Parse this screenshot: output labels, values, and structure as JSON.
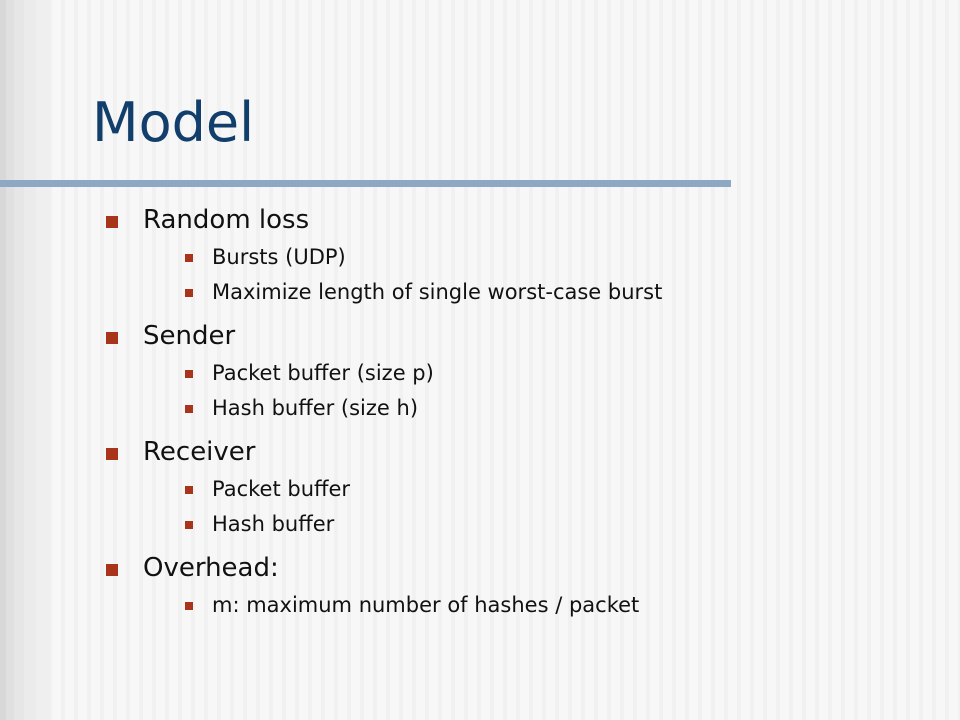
{
  "slide": {
    "title": "Model",
    "bullets": [
      {
        "text": "Random loss",
        "subs": [
          "Bursts (UDP)",
          "Maximize length of single worst-case burst"
        ]
      },
      {
        "text": "Sender",
        "subs": [
          "Packet buffer (size p)",
          "Hash buffer (size h)"
        ]
      },
      {
        "text": "Receiver",
        "subs": [
          "Packet buffer",
          "Hash buffer"
        ]
      },
      {
        "text": "Overhead:",
        "subs": [
          "m: maximum number of hashes / packet"
        ]
      }
    ]
  },
  "colors": {
    "title": "#123e6b",
    "rule": "#8ea8c4",
    "bullet": "#a8341c",
    "text": "#111111"
  }
}
